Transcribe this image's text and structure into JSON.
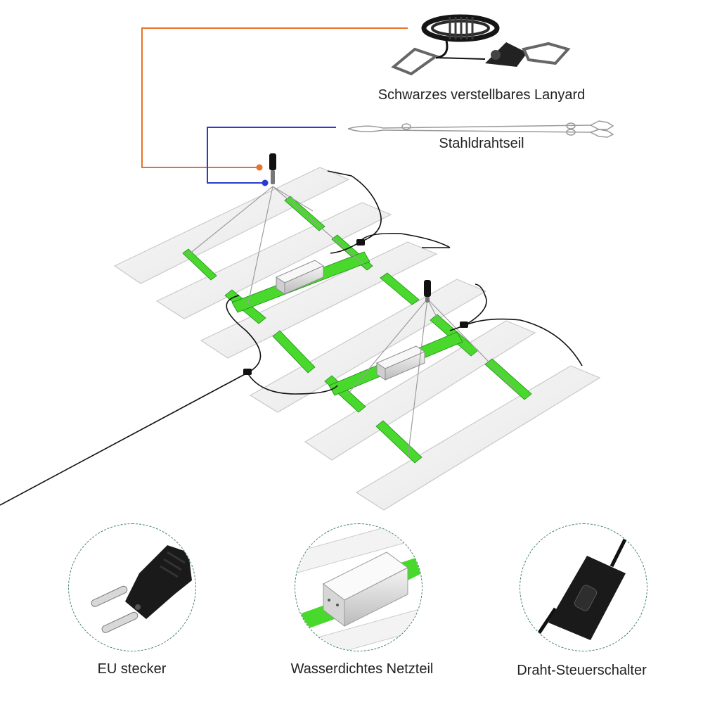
{
  "captions": {
    "lanyard": "Schwarzes verstellbares Lanyard",
    "steel_cable": "Stahldrahtseil",
    "eu_plug": "EU stecker",
    "power_supply": "Wasserdichtes Netzteil",
    "switch": "Draht-Steuerschalter"
  },
  "colors": {
    "orange_leader": "#e8722a",
    "blue_leader": "#2a3bd0",
    "green_bar": "#49d92d",
    "panel": "#f1f1f1",
    "panel_edge": "#c9c9c9",
    "cable": "#111111",
    "circle_border": "#3f7f6b"
  }
}
